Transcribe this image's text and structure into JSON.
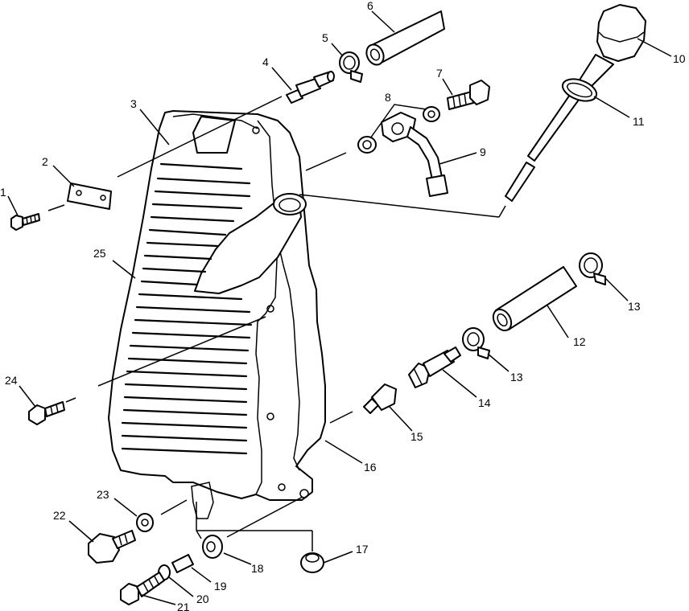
{
  "callouts": [
    {
      "id": "c1",
      "text": "1"
    },
    {
      "id": "c2",
      "text": "2"
    },
    {
      "id": "c3",
      "text": "3"
    },
    {
      "id": "c4",
      "text": "4"
    },
    {
      "id": "c5",
      "text": "5"
    },
    {
      "id": "c6",
      "text": "6"
    },
    {
      "id": "c7",
      "text": "7"
    },
    {
      "id": "c8",
      "text": "8"
    },
    {
      "id": "c9",
      "text": "9"
    },
    {
      "id": "c10",
      "text": "10"
    },
    {
      "id": "c11",
      "text": "11"
    },
    {
      "id": "c12",
      "text": "12"
    },
    {
      "id": "c13a",
      "text": "13"
    },
    {
      "id": "c13b",
      "text": "13"
    },
    {
      "id": "c14",
      "text": "14"
    },
    {
      "id": "c15",
      "text": "15"
    },
    {
      "id": "c16",
      "text": "16"
    },
    {
      "id": "c17",
      "text": "17"
    },
    {
      "id": "c18",
      "text": "18"
    },
    {
      "id": "c19",
      "text": "19"
    },
    {
      "id": "c20",
      "text": "20"
    },
    {
      "id": "c21",
      "text": "21"
    },
    {
      "id": "c22",
      "text": "22"
    },
    {
      "id": "c23",
      "text": "23"
    },
    {
      "id": "c24",
      "text": "24"
    },
    {
      "id": "c25",
      "text": "25"
    }
  ]
}
